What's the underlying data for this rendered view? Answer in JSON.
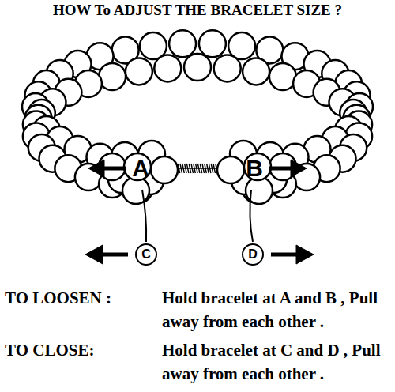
{
  "diagram": {
    "title": "HOW To ADJUST THE BRACELET SIZE ?",
    "nodes": [
      {
        "text": [
          "C"
        ]
      },
      {
        "text": [
          "D"
        ]
      }
    ],
    "labels": [
      "A",
      "B",
      "TO LOOSEN :",
      "Hold bracelet at A and B , Pull away from each other .",
      "TO CLOSE:",
      "Hold bracelet at C and D , Pull away from each other ."
    ]
  }
}
